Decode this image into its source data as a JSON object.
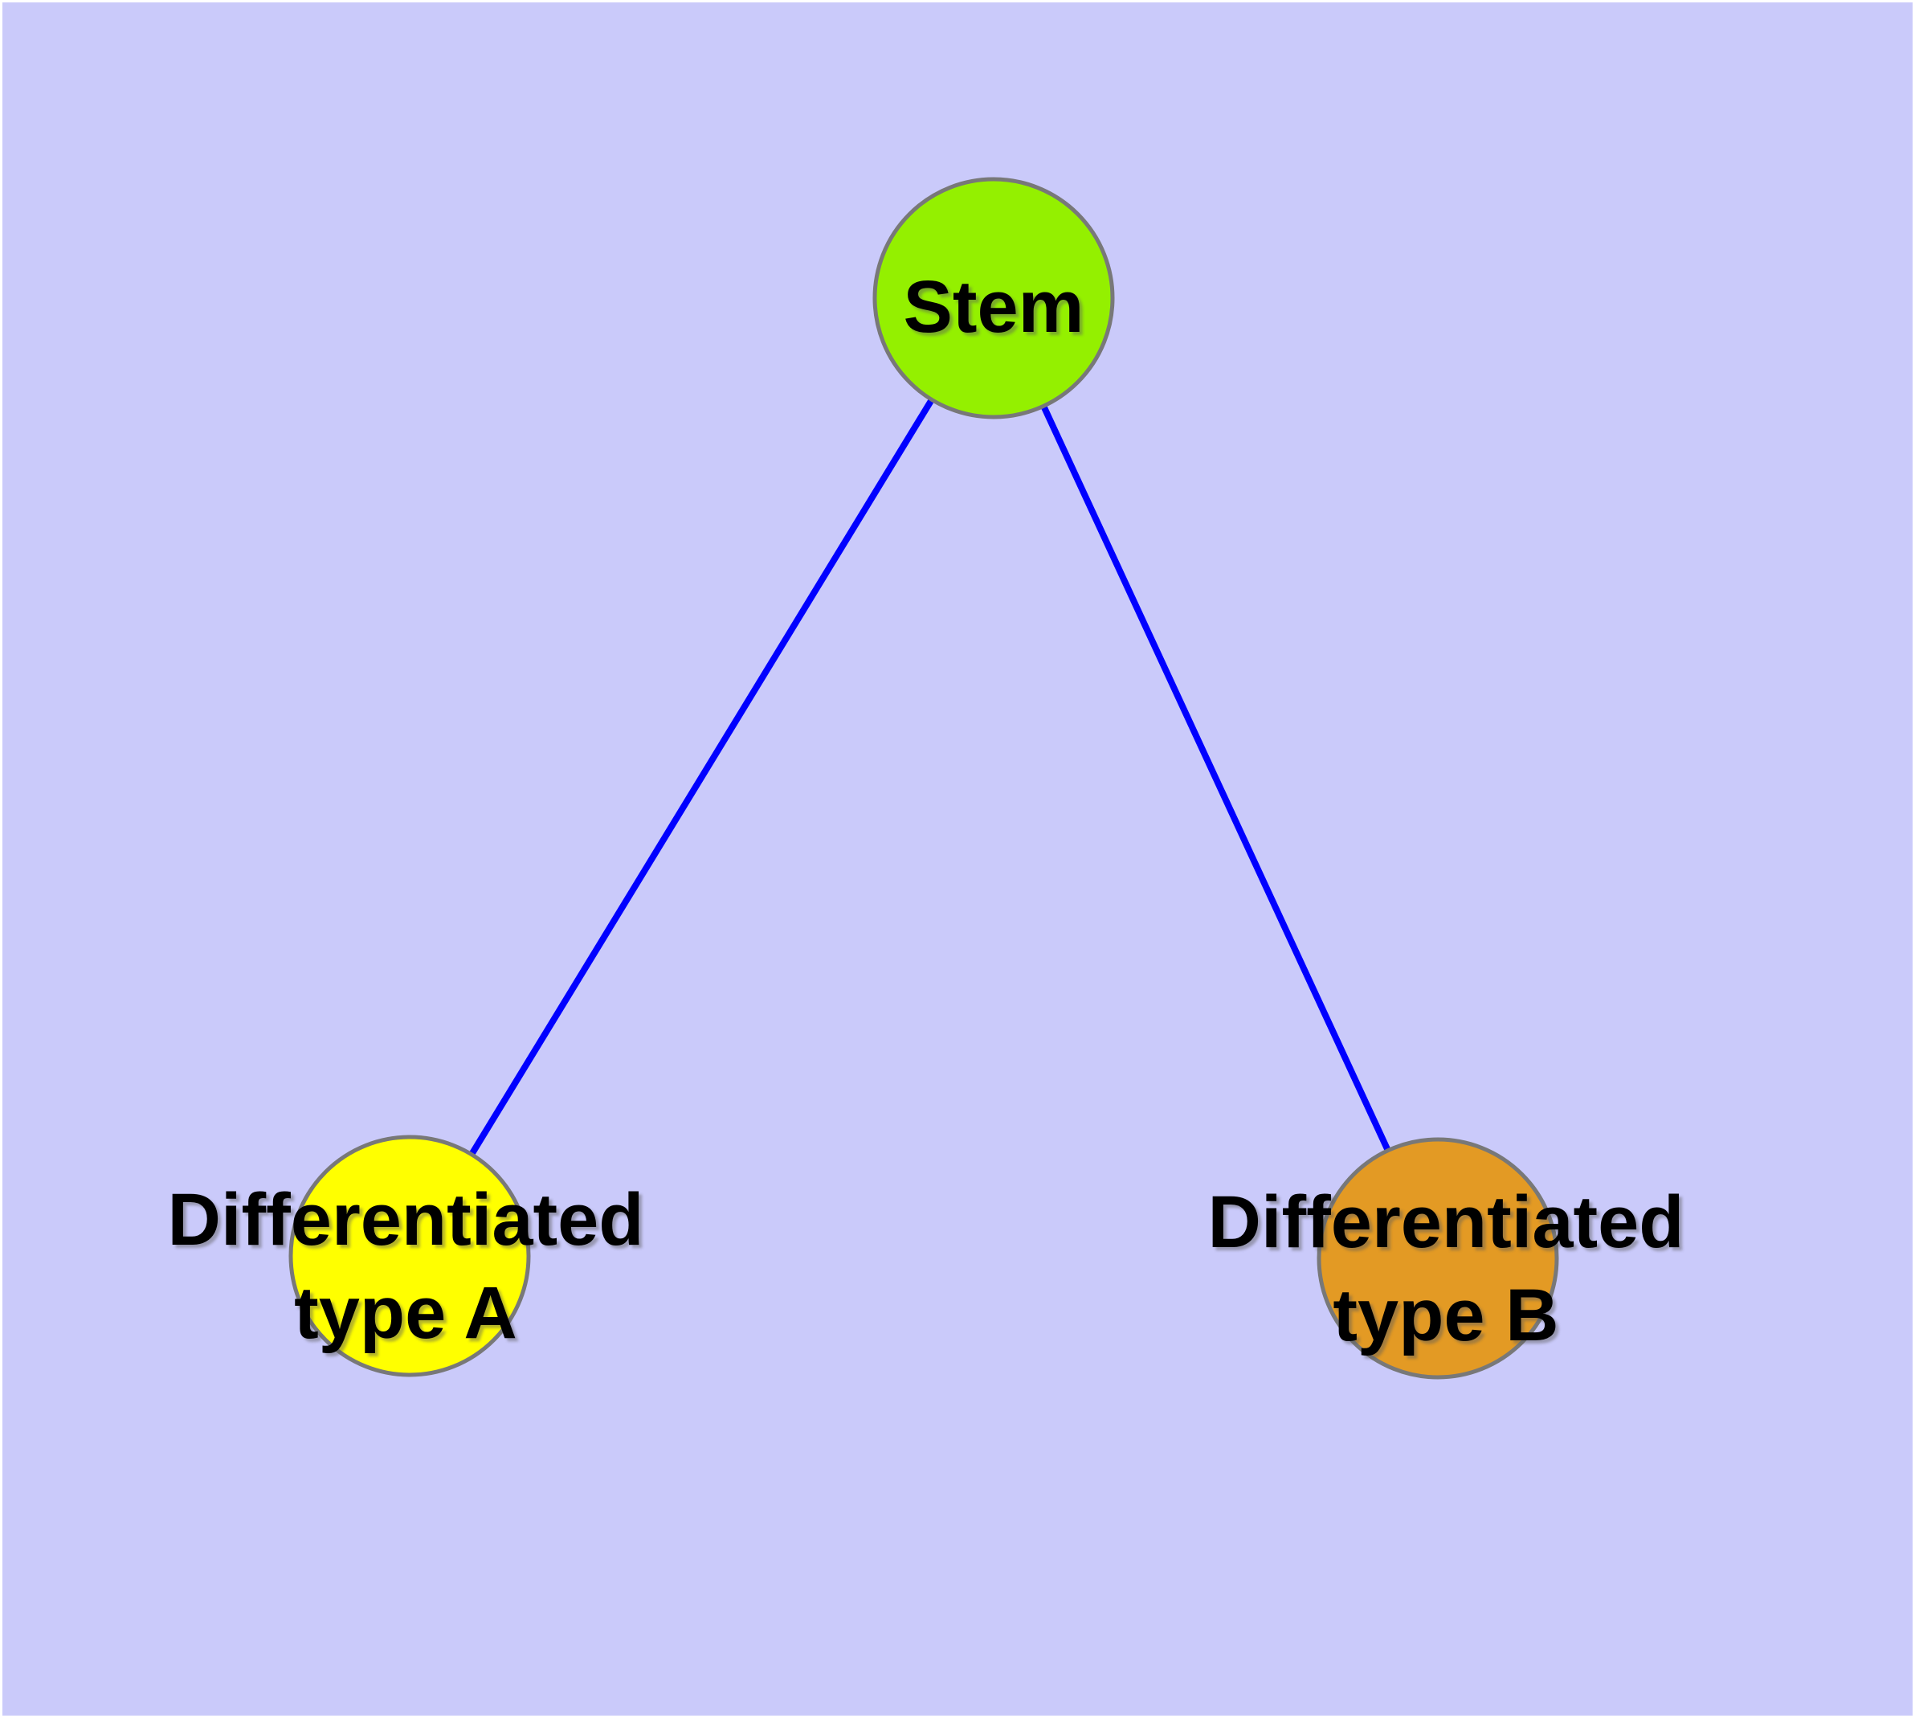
{
  "diagram": {
    "type": "node-link-graph",
    "background_color": "#CACAFA",
    "frame_color": "#FFFFFF",
    "edge_color": "#0000FF",
    "node_border_color": "#787878",
    "label_color": "#000000",
    "nodes": [
      {
        "id": "stem",
        "label": "Stem",
        "label_lines": [
          "Stem"
        ],
        "color": "#94F000"
      },
      {
        "id": "differentiated-type-a",
        "label": "Differentiated type A",
        "label_lines": [
          "Differentiated",
          "type A"
        ],
        "color": "#FFFF00"
      },
      {
        "id": "differentiated-type-b",
        "label": "Differentiated type B",
        "label_lines": [
          "Differentiated",
          "type B"
        ],
        "color": "#E39A24"
      }
    ],
    "edges": [
      {
        "from": "Stem",
        "to": "Differentiated type A"
      },
      {
        "from": "Stem",
        "to": "Differentiated type B"
      }
    ]
  }
}
